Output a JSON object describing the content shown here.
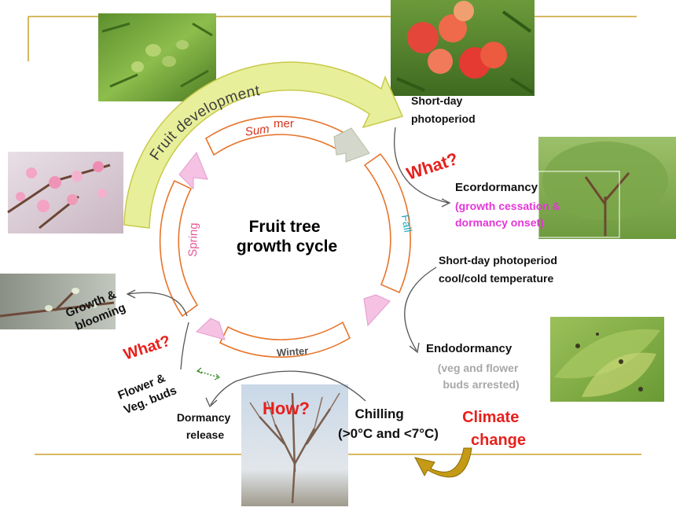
{
  "center_title": [
    "Fruit tree",
    "growth cycle"
  ],
  "seasons": {
    "summer_part1": "Sum",
    "summer_part2": "mer",
    "fall": "Fall",
    "winter": "Winter",
    "spring": "Spring"
  },
  "fruit_development": "Fruit development",
  "short_day": [
    "Short-day",
    "photoperiod"
  ],
  "what_top": "What?",
  "ecodormancy": {
    "title": "Ecordormancy",
    "detail": [
      "(growth cessation &",
      "dormancy onset)"
    ]
  },
  "short_day_cool": [
    "Short-day  photoperiod",
    "cool/cold temperature"
  ],
  "endodormancy": {
    "title": "Endodormancy",
    "detail": [
      "(veg and flower",
      "buds arrested)"
    ]
  },
  "growth_blooming": [
    "Growth &",
    "blooming"
  ],
  "what_left": "What?",
  "flower_veg_buds": [
    "Flower &",
    "Veg. buds"
  ],
  "dormancy_release": [
    "Dormancy",
    "release"
  ],
  "how": "How?",
  "chilling": [
    "Chilling",
    "(>0°C and <7°C)"
  ],
  "climate_change": [
    "Climate",
    "change"
  ],
  "colors": {
    "ring_stroke": "#e8742a",
    "fruit_arrow_fill": "#e7ef9a",
    "fruit_arrow_stroke": "#c9c94a",
    "pink_arrow": "#f6c2e4",
    "gray_arrow": "#d4d8cc",
    "slide_line": "#c8a02c",
    "what_red": "#e8201c",
    "magenta": "#e535d8",
    "gray_text": "#a8a8a8",
    "climate_arrow": "#c49a16"
  }
}
